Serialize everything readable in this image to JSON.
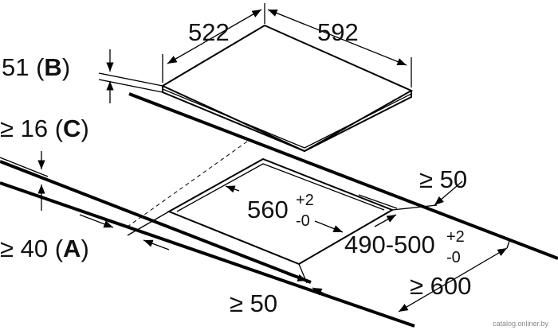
{
  "labels": {
    "top_depth": "522",
    "top_width": "592",
    "thickness": "51 (",
    "thickness_letter": "B",
    "close_paren": ")",
    "rear_clearance": "≥ 16 (",
    "rear_clearance_letter": "C",
    "side_clearance": "≥ 50",
    "cutout_width": "560",
    "cutout_width_tol_plus": "+2",
    "cutout_width_tol_minus": "-0",
    "cutout_depth": "490-500",
    "cutout_depth_tol_plus": "+2",
    "cutout_depth_tol_minus": "-0",
    "front_clearance": "≥ 40 (",
    "front_clearance_letter": "A",
    "front_side_clearance": "≥ 50",
    "worktop_depth": "≥ 600"
  },
  "watermark": "catalog.onliner.by"
}
